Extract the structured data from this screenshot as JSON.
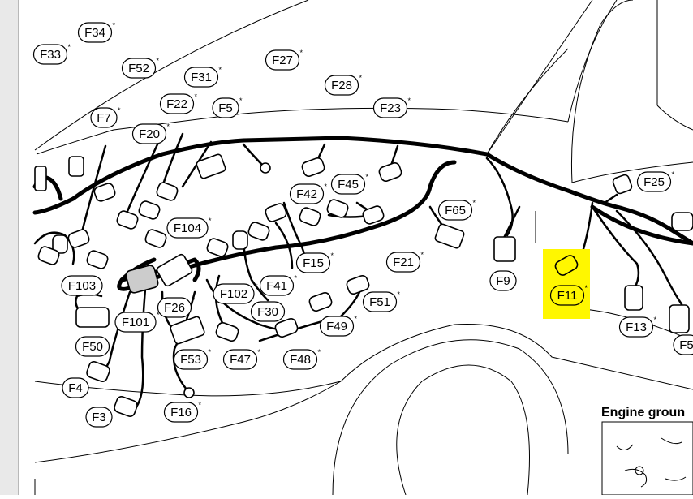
{
  "diagram": {
    "caption": "Engine groun",
    "highlight_color": "#fff700",
    "highlighted_connector": "F11",
    "connectors": [
      {
        "id": "F34"
      },
      {
        "id": "F33"
      },
      {
        "id": "F52"
      },
      {
        "id": "F31"
      },
      {
        "id": "F27"
      },
      {
        "id": "F28"
      },
      {
        "id": "F22"
      },
      {
        "id": "F5"
      },
      {
        "id": "F7"
      },
      {
        "id": "F23"
      },
      {
        "id": "F20"
      },
      {
        "id": "F42"
      },
      {
        "id": "F45"
      },
      {
        "id": "F25"
      },
      {
        "id": "F65"
      },
      {
        "id": "F104"
      },
      {
        "id": "F15"
      },
      {
        "id": "F21"
      },
      {
        "id": "F9"
      },
      {
        "id": "F11"
      },
      {
        "id": "F103"
      },
      {
        "id": "F102"
      },
      {
        "id": "F41"
      },
      {
        "id": "F101"
      },
      {
        "id": "F26"
      },
      {
        "id": "F30"
      },
      {
        "id": "F51"
      },
      {
        "id": "F13"
      },
      {
        "id": "F50"
      },
      {
        "id": "F49"
      },
      {
        "id": "F53"
      },
      {
        "id": "F47"
      },
      {
        "id": "F48"
      },
      {
        "id": "F4"
      },
      {
        "id": "F16"
      },
      {
        "id": "F3"
      },
      {
        "id": "F5"
      }
    ]
  }
}
